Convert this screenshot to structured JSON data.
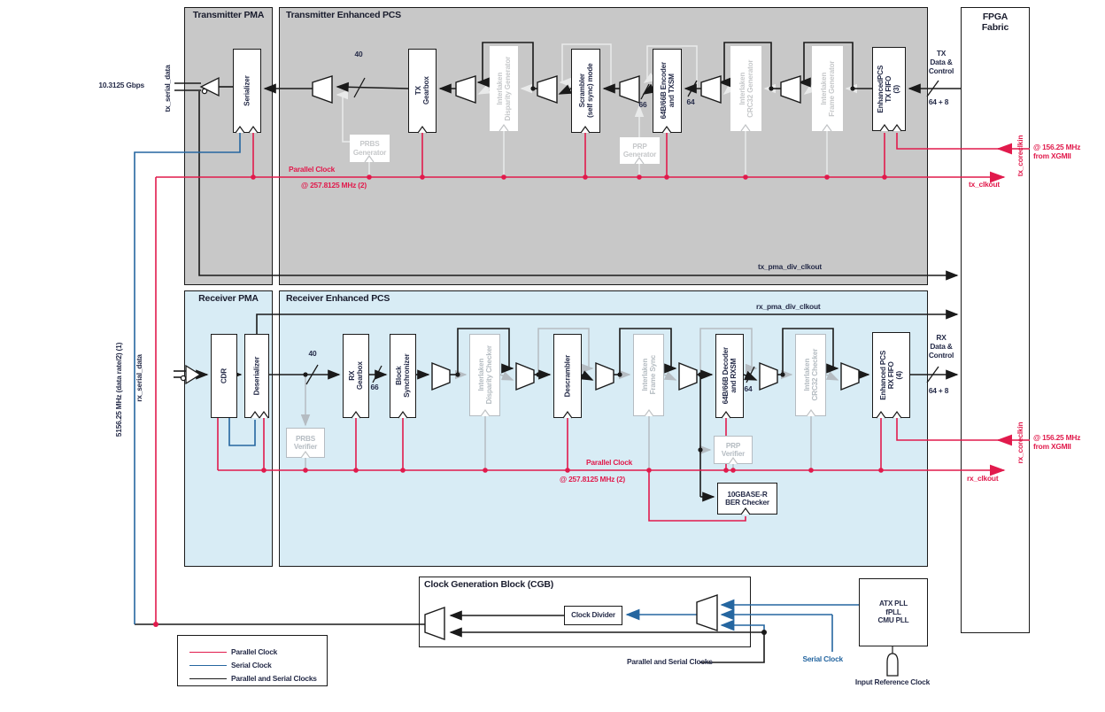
{
  "panels": {
    "tx_pma": "Transmitter PMA",
    "tx_pcs": "Transmitter Enhanced PCS",
    "rx_pma": "Receiver PMA",
    "rx_pcs": "Receiver Enhanced PCS",
    "fpga_fabric": "FPGA\nFabric",
    "cgb": "Clock Generation Block (CGB)"
  },
  "blocks": {
    "serializer": "Serializer",
    "tx_gearbox": "TX\nGearbox",
    "disparity_gen": "Interlaken\nDisparity Generator",
    "scrambler": "Scrambler\n(self sync) mode",
    "encoder_txsm": "64B/66B Encoder\nand TXSM",
    "crc32_gen": "Interlaken\nCRC32 Generator",
    "frame_gen": "Interlaken\nFrame Generator",
    "tx_fifo": "EnhancedPCS\nTX FIFO\n(3)",
    "prbs_gen": "PRBS\nGenerator",
    "prp_gen": "PRP\nGenerator",
    "cdr": "CDR",
    "deserializer": "Deserializer",
    "rx_gearbox": "RX\nGearbox",
    "block_sync": "Block\nSynchronizer",
    "disparity_checker": "Interlaken\nDisparity Checker",
    "descrambler": "Descrambler",
    "frame_sync": "Interlaken\nFrame Sync",
    "decoder_rxsm": "64B/66B Decoder\nand RXSM",
    "crc32_checker": "Interlaken\nCRC32 Checker",
    "rx_fifo": "Enhanced PCS\nRX FIFO\n(4)",
    "prbs_verifier": "PRBS\nVerifier",
    "prp_verifier": "PRP\nVerifier",
    "ber_checker": "10GBASE-R\nBER Checker",
    "clock_divider": "Clock Divider",
    "pll": "ATX PLL\nfPLL\nCMU PLL"
  },
  "labels": {
    "rate": "10.3125 Gbps",
    "tx_serial_data": "tx_serial_data",
    "rx_serial_data": "rx_serial_data",
    "serial_rate": "5156.25 MHz (data rate/2) (1)",
    "w40": "40",
    "w66": "66",
    "w64": "64",
    "w648": "64 + 8",
    "parallel_clock": "Parallel Clock",
    "parallel_freq": "@ 257.8125 MHz (2)",
    "tx_pma_div": "tx_pma_div_clkout",
    "rx_pma_div": "rx_pma_div_clkout",
    "tx_data": "TX\nData &\nControl",
    "rx_data": "RX\nData &\nControl",
    "tx_coreclkin": "tx_coreclkin",
    "rx_coreclkin": "rx_coreclkin",
    "core_freq": "@ 156.25 MHz\nfrom XGMII",
    "tx_clkout": "tx_clkout",
    "rx_clkout": "rx_clkout",
    "serial_clock": "Serial Clock",
    "parallel_serial": "Parallel and Serial Clocks",
    "input_ref": "Input Reference Clock"
  },
  "legend": {
    "items": [
      {
        "label": "Parallel Clock",
        "color": "#e11a4c"
      },
      {
        "label": "Serial Clock",
        "color": "#2566a0"
      },
      {
        "label": "Parallel and Serial Clocks",
        "color": "#1a1a1a"
      }
    ]
  },
  "colors": {
    "parallel_clock": "#e11a4c",
    "serial_clock": "#2566a0",
    "parallel_and_serial": "#1a1a1a",
    "tx_background": "#c8c8c8",
    "rx_background": "#d8ecf5",
    "disabled_tx": "#c6c8ca",
    "disabled_rx": "#b5bcc2"
  }
}
